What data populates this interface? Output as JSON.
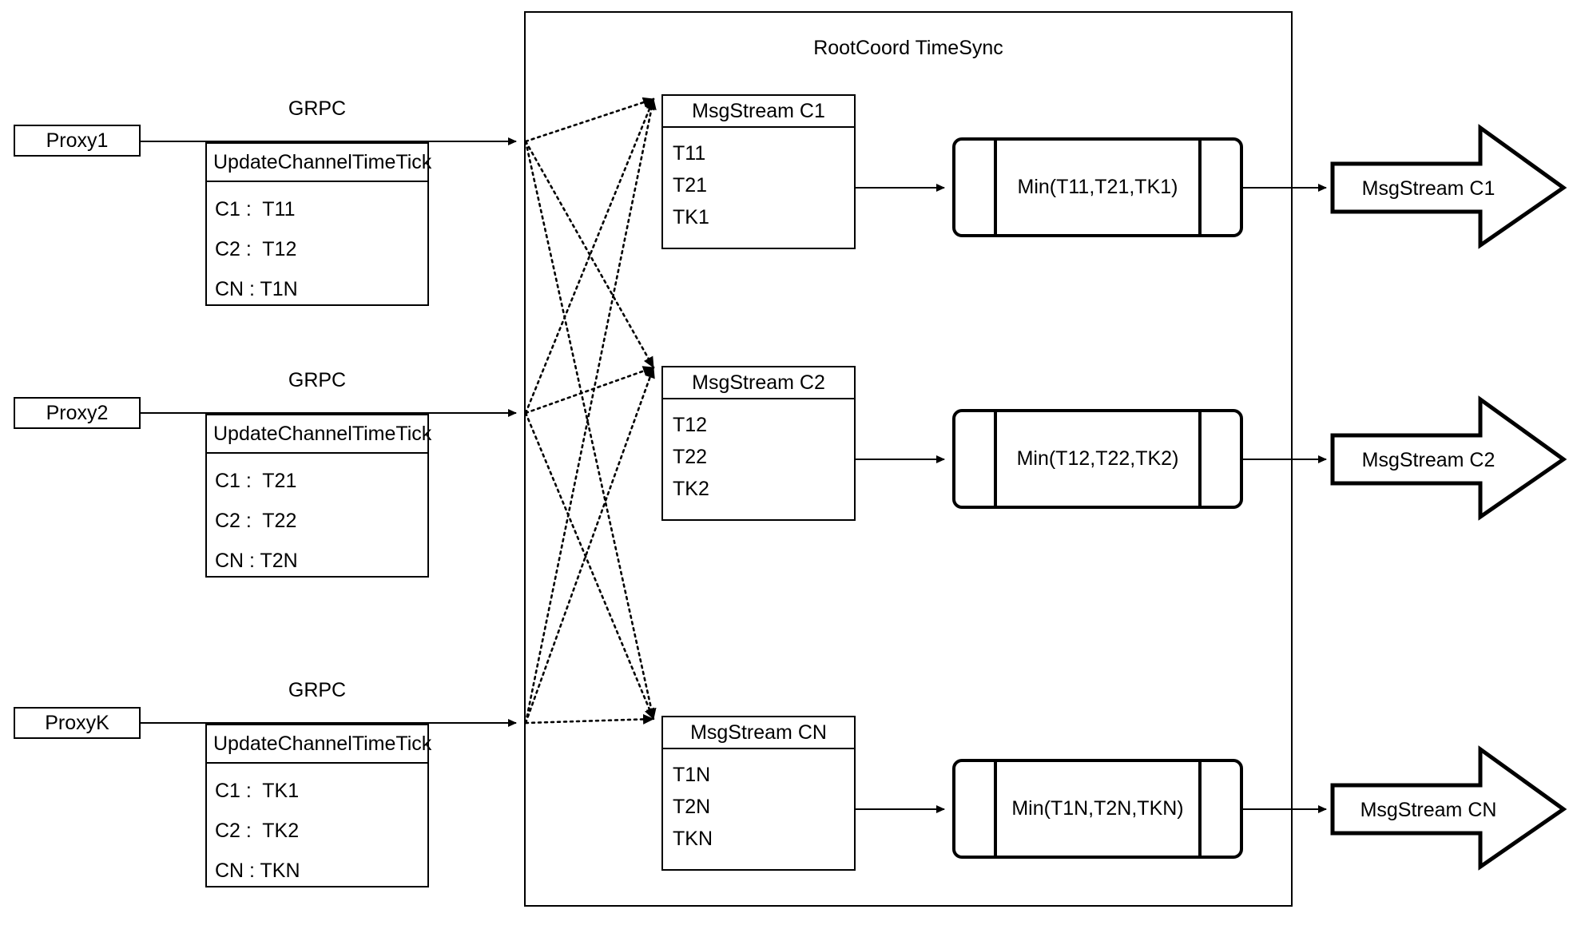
{
  "container": {
    "title": "RootCoord TimeSync"
  },
  "proxies": [
    {
      "name": "Proxy1",
      "link_label": "GRPC",
      "table": {
        "header": "UpdateChannelTimeTick",
        "rows": [
          "C1 :  T11",
          "C2 :  T12",
          "CN : T1N"
        ]
      }
    },
    {
      "name": "Proxy2",
      "link_label": "GRPC",
      "table": {
        "header": "UpdateChannelTimeTick",
        "rows": [
          "C1 :  T21",
          "C2 :  T22",
          "CN : T2N"
        ]
      }
    },
    {
      "name": "ProxyK",
      "link_label": "GRPC",
      "table": {
        "header": "UpdateChannelTimeTick",
        "rows": [
          "C1 :  TK1",
          "C2 :  TK2",
          "CN : TKN"
        ]
      }
    }
  ],
  "channels": [
    {
      "stream": {
        "header": "MsgStream C1",
        "rows": [
          "T11",
          "T21",
          "TK1"
        ]
      },
      "process": {
        "label": "Min(T11,T21,TK1)"
      },
      "output": {
        "label": "MsgStream C1"
      }
    },
    {
      "stream": {
        "header": "MsgStream C2",
        "rows": [
          "T12",
          "T22",
          "TK2"
        ]
      },
      "process": {
        "label": "Min(T12,T22,TK2)"
      },
      "output": {
        "label": "MsgStream C2"
      }
    },
    {
      "stream": {
        "header": "MsgStream CN",
        "rows": [
          "T1N",
          "T2N",
          "TKN"
        ]
      },
      "process": {
        "label": "Min(T1N,T2N,TKN)"
      },
      "output": {
        "label": "MsgStream CN"
      }
    }
  ],
  "colors": {
    "stroke": "#000000",
    "background": "#ffffff"
  }
}
